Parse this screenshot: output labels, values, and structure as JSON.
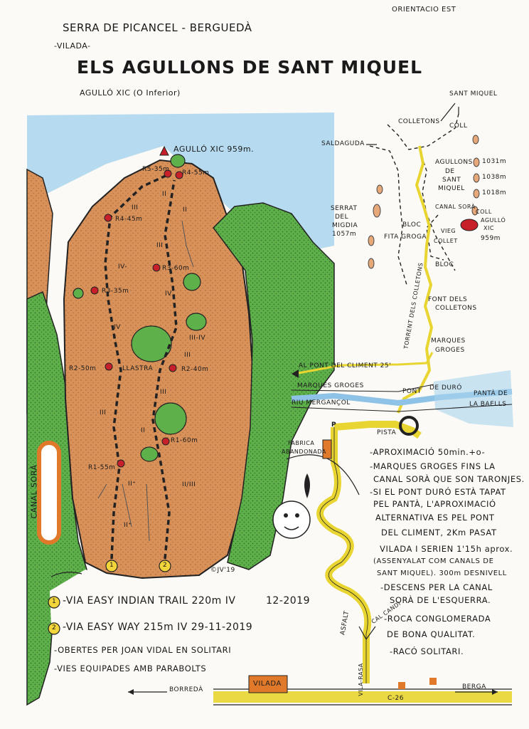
{
  "header": {
    "orientation": "ORIENTACIO EST",
    "region": "SERRA DE PICANCEL - BERGUEDÀ",
    "town": "-VILADA-",
    "title": "ELS AGULLONS DE SANT MIQUEL",
    "subtitle": "AGULLÓ XIC (O Inferior)"
  },
  "topo": {
    "summit": "AGULLÓ XIC 959m.",
    "anchors": {
      "r5": "R5-35m",
      "r4a": "R4-55m",
      "r4b": "R4-45m",
      "r3a": "R3-60m",
      "r3b": "R3-35m",
      "r2a": "R2-50m",
      "r2b": "R2-40m",
      "r1a": "R1-60m",
      "r1b": "R1-55m"
    },
    "feature": "LLASTRA",
    "grades": [
      "II",
      "II",
      "III",
      "III",
      "IV-",
      "IV",
      "IV",
      "III-IV",
      "III",
      "III",
      "III",
      "II",
      "II⁺",
      "II/III",
      "II⁺"
    ],
    "route_numbers": [
      "1",
      "2"
    ],
    "copyright": "©JV'19",
    "canal_label": "CANAL SORÀ"
  },
  "map": {
    "sant_miquel": "SANT MIQUEL",
    "colletons": "COLLETONS",
    "coll": "COLL",
    "saldaguda": "SALDAGUDA",
    "agullons": [
      "AGULLONS",
      "DE",
      "SANT",
      "MIQUEL"
    ],
    "heights": [
      "1031m",
      "1038m",
      "1018m"
    ],
    "serrat": [
      "SERRAT",
      "DEL",
      "MIGDIA",
      "1057m"
    ],
    "canal_sora": "CANAL SORÀ",
    "coll2": "COLL",
    "agullo_xic": [
      "AGULLÓ",
      "XIC",
      "959m"
    ],
    "bloc1": "BLOC",
    "fita": "FITA GROGA",
    "vieg": "VIEG",
    "collet": "COLLET",
    "bloc2": "BLOC",
    "torrent": "TORRENT DELS COLLETONS",
    "font": [
      "FONT DELS",
      "COLLETONS"
    ],
    "marques": [
      "MARQUES",
      "GROGES"
    ],
    "pont_climent": "AL PONT DEL CLIMENT 25'",
    "marques2": "MARQUES GROGES",
    "pont": "PONT",
    "de_duro": "DE DURÓ",
    "panta": [
      "PANTÀ DE",
      "LA BAELLS"
    ],
    "riu": "RIU MERGANÇOL",
    "pista": "PISTA",
    "parking": "P",
    "fabrica": [
      "FABRICA",
      "ABANDONADA"
    ],
    "asfalt": "ASFALT",
    "cal_candi": "CAL CANDI",
    "vila_rasa": "VILA-RASA",
    "vilada": "VILADA",
    "road": "C-26",
    "borreda": "BORREDÀ",
    "berga": "BERGA"
  },
  "notes": [
    "-APROXIMACIÓ 50min.+o-",
    "-MARQUES GROGES FINS LA",
    "CANAL SORÀ QUE SON TARONJES.",
    "-SI EL PONT DURÓ ESTÀ TAPAT",
    "PEL PANTÀ, L'APROXIMACIÓ",
    "ALTERNATIVA ES PEL PONT",
    "DEL CLIMENT, 2Km PASAT",
    "VILADA I SERIEN 1'15h aprox.",
    "(ASSENYALAT COM CANALS DE",
    "SANT MIQUEL). 300m DESNIVELL",
    "-DESCENS PER LA CANAL",
    "SORÀ DE L'ESQUERRA.",
    "-ROCA CONGLOMERADA",
    "DE BONA QUALITAT.",
    "-RACÓ SOLITARI."
  ],
  "routes": [
    {
      "num": "1",
      "text": "-VIA EASY INDIAN TRAIL  220m IV",
      "date": "12-2019"
    },
    {
      "num": "2",
      "text": "-VIA EASY WAY  215m IV  29-11-2019",
      "date": ""
    }
  ],
  "footer": [
    "-OBERTES PER JOAN VIDAL EN SOLITARI",
    "-VIES EQUIPADES AMB PARABOLTS"
  ],
  "colors": {
    "rock": "#d9915a",
    "vegetation": "#5db04a",
    "sky": "#a9d3ef",
    "path": "#e9d531",
    "river": "#8ec2e6",
    "red": "#c8202a",
    "orange": "#e07a2a"
  }
}
